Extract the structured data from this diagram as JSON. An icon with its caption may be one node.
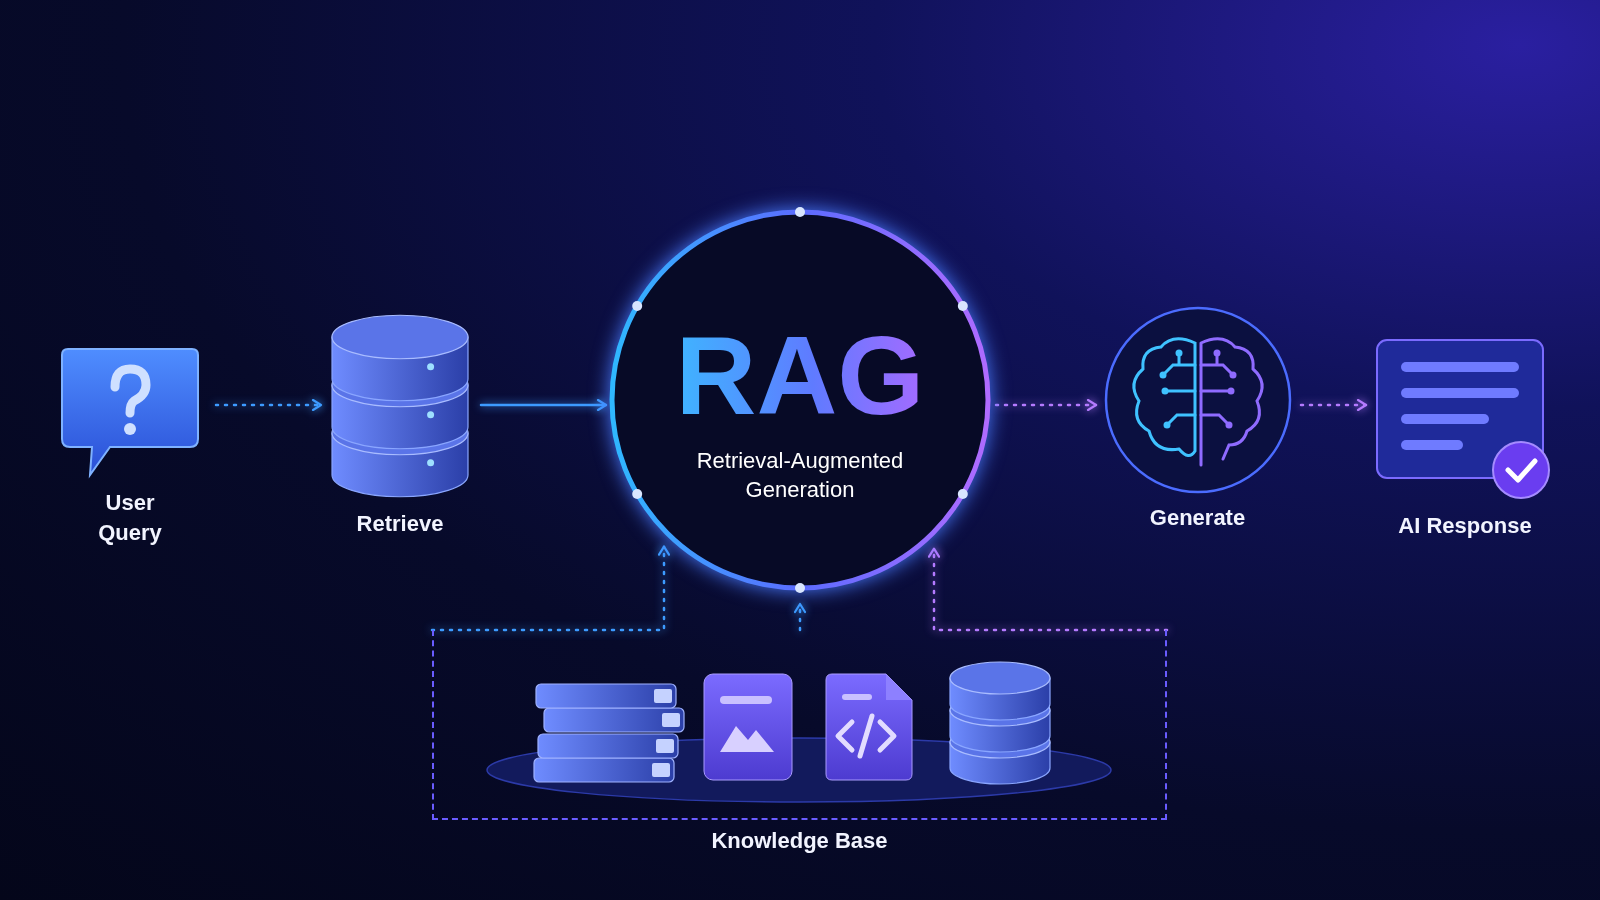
{
  "diagram": {
    "nodes": [
      {
        "text": [
          "User Query"
        ]
      },
      {
        "text": [
          "Retrieve"
        ]
      },
      {
        "text": [
          "RAG",
          "Retrieval-Augmented Generation"
        ]
      },
      {
        "text": [
          "Generate"
        ]
      },
      {
        "text": [
          "AI Response"
        ]
      },
      {
        "text": [
          "Knowledge Base"
        ]
      }
    ],
    "edges": [
      {
        "from": 0,
        "to": 1,
        "arrow": "to",
        "style": "dashed"
      },
      {
        "from": 1,
        "to": 2,
        "arrow": "to"
      },
      {
        "from": 2,
        "to": 3,
        "arrow": "to",
        "style": "dashed",
        "color": "#b57bff"
      },
      {
        "from": 3,
        "to": 4,
        "arrow": "to",
        "style": "dashed",
        "color": "#b57bff"
      },
      {
        "from": 5,
        "to": 2,
        "arrow": "to",
        "style": "dashed"
      },
      {
        "from": 5,
        "to": 2,
        "arrow": "to",
        "style": "dashed"
      },
      {
        "from": 5,
        "to": 2,
        "arrow": "to",
        "style": "dashed",
        "color": "#b57bff"
      }
    ]
  }
}
